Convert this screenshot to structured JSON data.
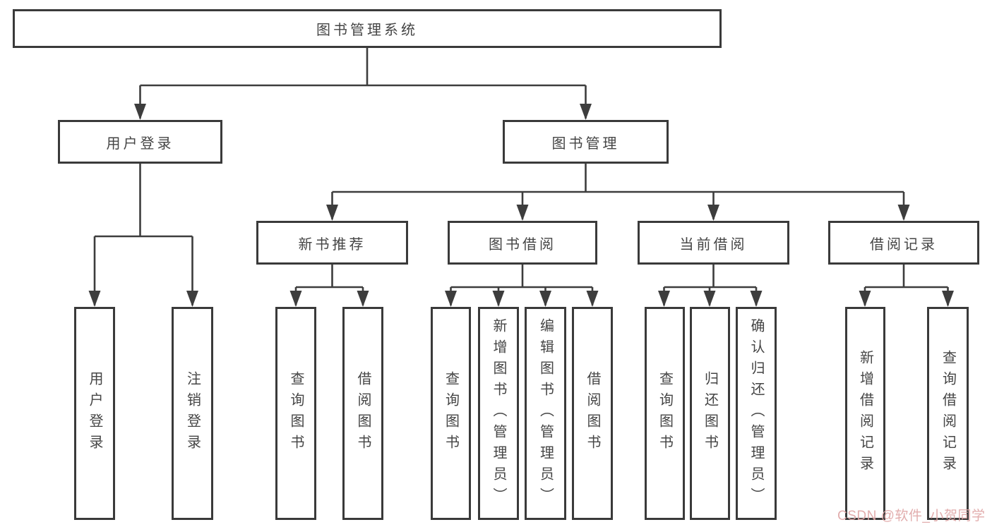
{
  "canvas": {
    "background_color": "#ffffff",
    "line_color": "#3d3d3d",
    "box_border_color": "#3a3a3a",
    "text_color": "#454545"
  },
  "watermark": {
    "text": "CSDN @软件_小贺同学",
    "color": "#e0a6a6"
  },
  "tree": {
    "root": {
      "label": "图书管理系统"
    },
    "level2": [
      {
        "label": "用户登录"
      },
      {
        "label": "图书管理"
      }
    ],
    "level3": [
      {
        "label": "新书推荐"
      },
      {
        "label": "图书借阅"
      },
      {
        "label": "当前借阅"
      },
      {
        "label": "借阅记录"
      }
    ],
    "leaves": [
      {
        "label": "用户登录"
      },
      {
        "label": "注销登录"
      },
      {
        "label": "查询图书"
      },
      {
        "label": "借阅图书"
      },
      {
        "label": "查询图书"
      },
      {
        "label": "新增图书（管理员）"
      },
      {
        "label": "编辑图书（管理员）"
      },
      {
        "label": "借阅图书"
      },
      {
        "label": "查询图书"
      },
      {
        "label": "归还图书"
      },
      {
        "label": "确认归还（管理员）"
      },
      {
        "label": "新增借阅记录"
      },
      {
        "label": "查询借阅记录"
      }
    ]
  }
}
